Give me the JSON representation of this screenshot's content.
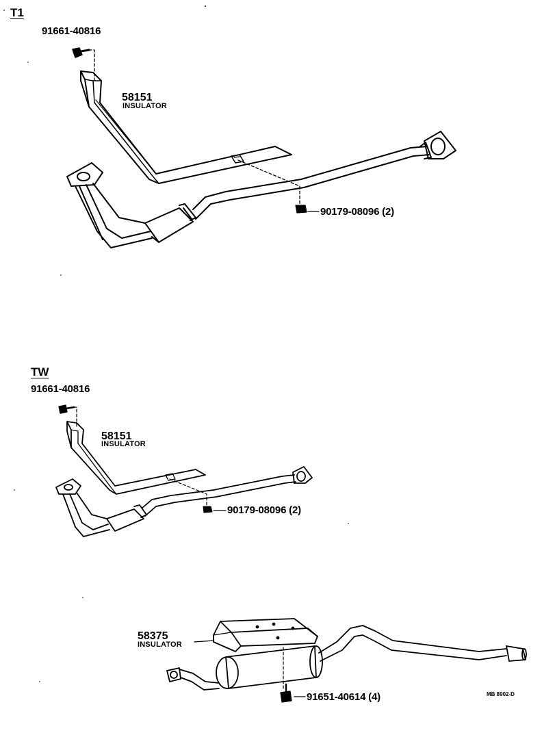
{
  "sections": {
    "t1": {
      "heading": "T1",
      "bolt_part": "91661-40816",
      "insulator_number": "58151",
      "insulator_name": "INSULATOR",
      "nut_part": "90179-08096 (2)"
    },
    "tw": {
      "heading": "TW",
      "bolt_part": "91661-40816",
      "insulator_number": "58151",
      "insulator_name": "INSULATOR",
      "nut_part": "90179-08096 (2)"
    },
    "muffler": {
      "insulator_number": "58375",
      "insulator_name": "INSULATOR",
      "bolt_part": "91651-40614 (4)"
    }
  },
  "figure_code": "MB 8902-D",
  "colors": {
    "ink": "#000000",
    "paper": "#ffffff"
  }
}
